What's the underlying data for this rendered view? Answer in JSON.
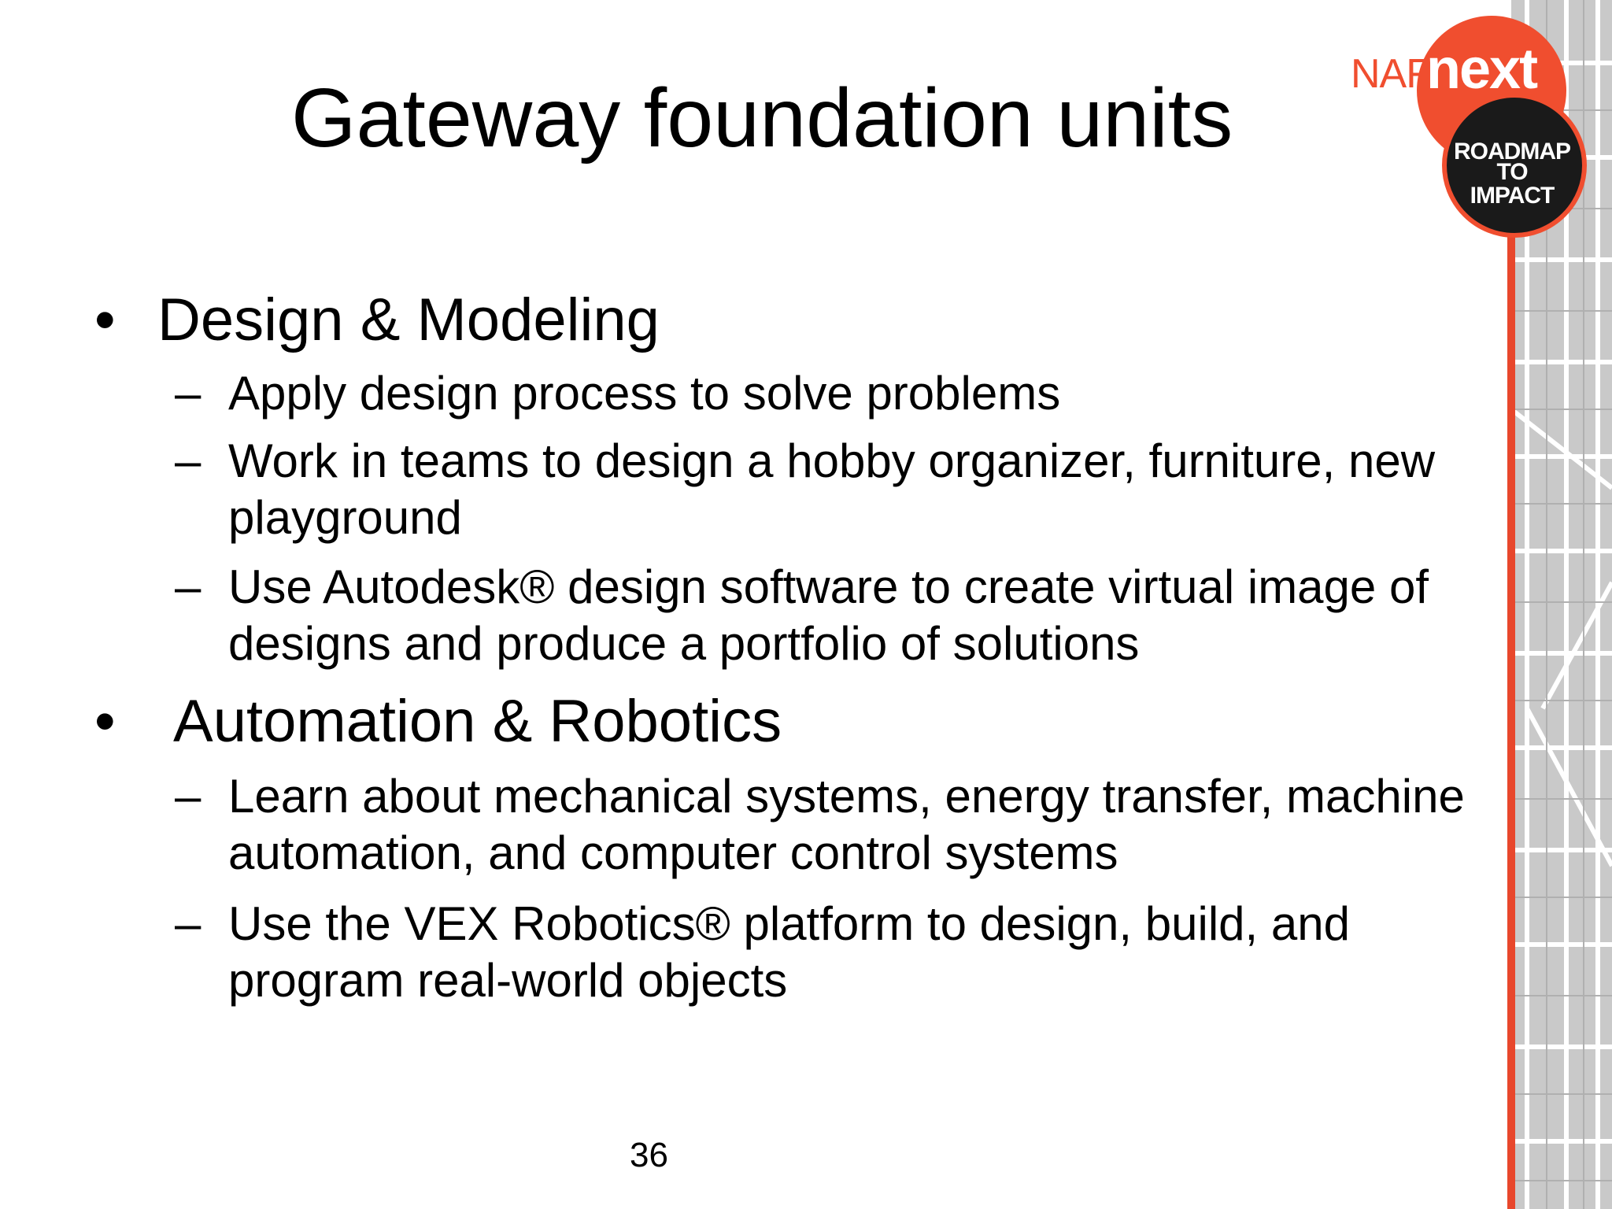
{
  "slide": {
    "title": "Gateway foundation units",
    "bullet_char": "•",
    "dash_char": "–",
    "sections": [
      {
        "heading": "Design & Modeling",
        "items": [
          "Apply design process to solve problems",
          "Work in teams to design a hobby organizer, furniture, new playground",
          "Use Autodesk® design software to create virtual image of designs and produce a portfolio of solutions"
        ]
      },
      {
        "heading": "Automation & Robotics",
        "items": [
          "Learn about mechanical systems, energy transfer, machine automation, and computer control systems",
          "Use the VEX Robotics® platform to design, build, and program real-world objects"
        ]
      }
    ],
    "page_number": "36"
  },
  "logo": {
    "naf": "NAF",
    "next": "next",
    "line1": "ROADMAP",
    "line2": "TO IMPACT"
  },
  "colors": {
    "accent_red": "#f04e2f",
    "map_gray": "#c9c9c9",
    "logo_black": "#1a1a1a"
  }
}
